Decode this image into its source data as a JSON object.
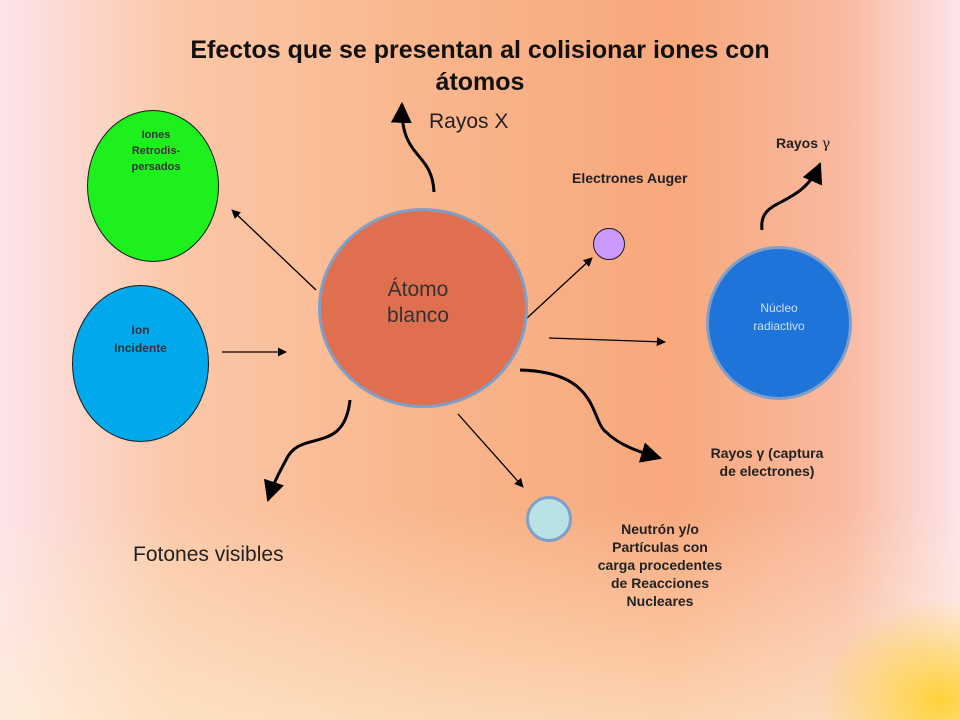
{
  "title": "Efectos que se presentan al colisionar iones con átomos",
  "center": {
    "label_line1": "Átomo",
    "label_line2": "blanco",
    "color": "#e06f50"
  },
  "nodes": {
    "iones_retrodispersados": {
      "label": "Iones\nRetrodis-\npersados",
      "color": "#1ef01e"
    },
    "ion_incidente": {
      "label": "Ion\nIncidente",
      "color": "#00a8ec"
    },
    "nucleo_radiactivo": {
      "label": "Núcleo\nradiactivo",
      "color": "#1e74d8"
    },
    "electron_auger_particle": {
      "color": "#cc99ff"
    },
    "neutron_particle": {
      "color": "#b8e2e6"
    }
  },
  "labels": {
    "rayos_x": "Rayos X",
    "rayos_gamma": "Rayos",
    "gamma_symbol": "γ",
    "electrones_auger": "Electrones Auger",
    "rayos_gamma_captura_line1": "Rayos γ (captura",
    "rayos_gamma_captura_line2": "de electrones)",
    "neutron_text": "Neutrón y/o\nPartículas con\ncarga procedentes\nde Reacciones\nNucleares",
    "fotones_visibles": "Fotones visibles"
  }
}
